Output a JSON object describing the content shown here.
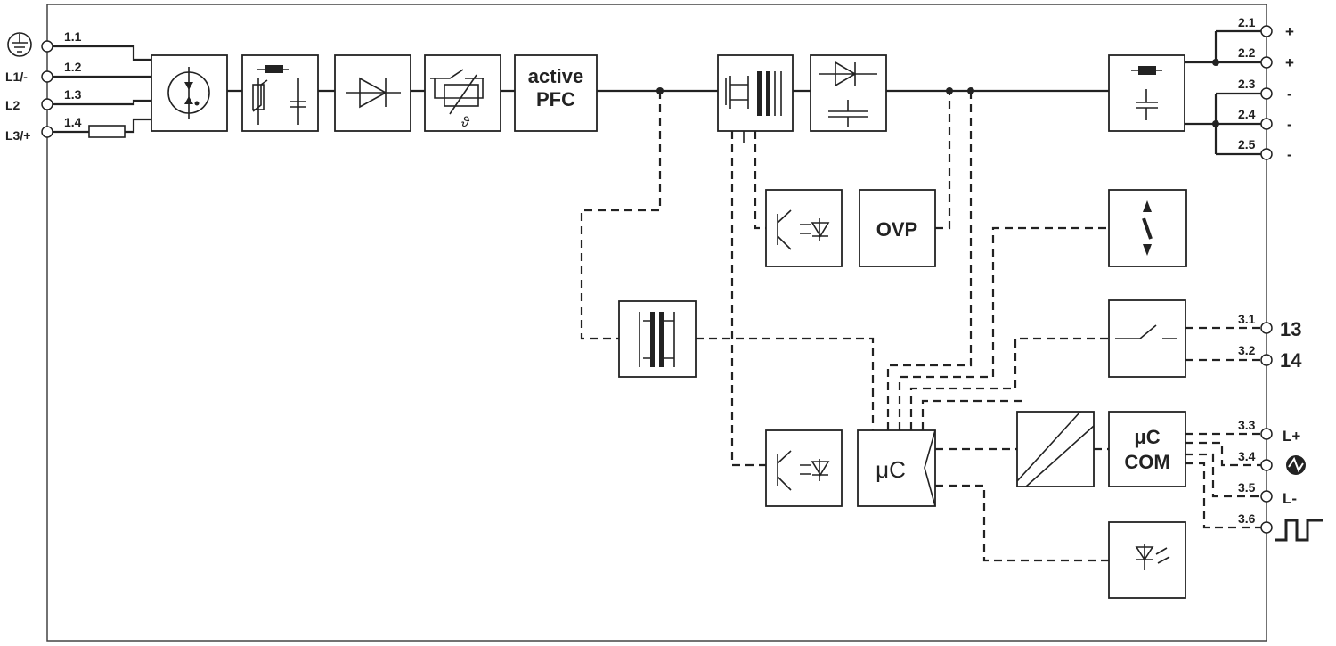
{
  "input_terminals": [
    {
      "id": "1.1",
      "label": ""
    },
    {
      "id": "1.2",
      "label": "L1/-"
    },
    {
      "id": "1.3",
      "label": "L2"
    },
    {
      "id": "1.4",
      "label": "L3/+"
    }
  ],
  "output_terminals": [
    {
      "id": "2.1",
      "label": "+"
    },
    {
      "id": "2.2",
      "label": "+"
    },
    {
      "id": "2.3",
      "label": "-"
    },
    {
      "id": "2.4",
      "label": "-"
    },
    {
      "id": "2.5",
      "label": "-"
    }
  ],
  "signal_terminals": [
    {
      "id": "3.1",
      "label": "13"
    },
    {
      "id": "3.2",
      "label": "14"
    },
    {
      "id": "3.3",
      "label": "L+"
    },
    {
      "id": "3.4",
      "label": ""
    },
    {
      "id": "3.5",
      "label": "L-"
    },
    {
      "id": "3.6",
      "label": ""
    }
  ],
  "blocks": {
    "pfc_line1": "active",
    "pfc_line2": "PFC",
    "ovp": "OVP",
    "uc": "μC",
    "uc_com_line1": "μC",
    "uc_com_line2": "COM"
  },
  "icons": {
    "1.1": "ground-icon",
    "3.4": "communication-icon",
    "3.6": "pulse-signal-icon"
  }
}
